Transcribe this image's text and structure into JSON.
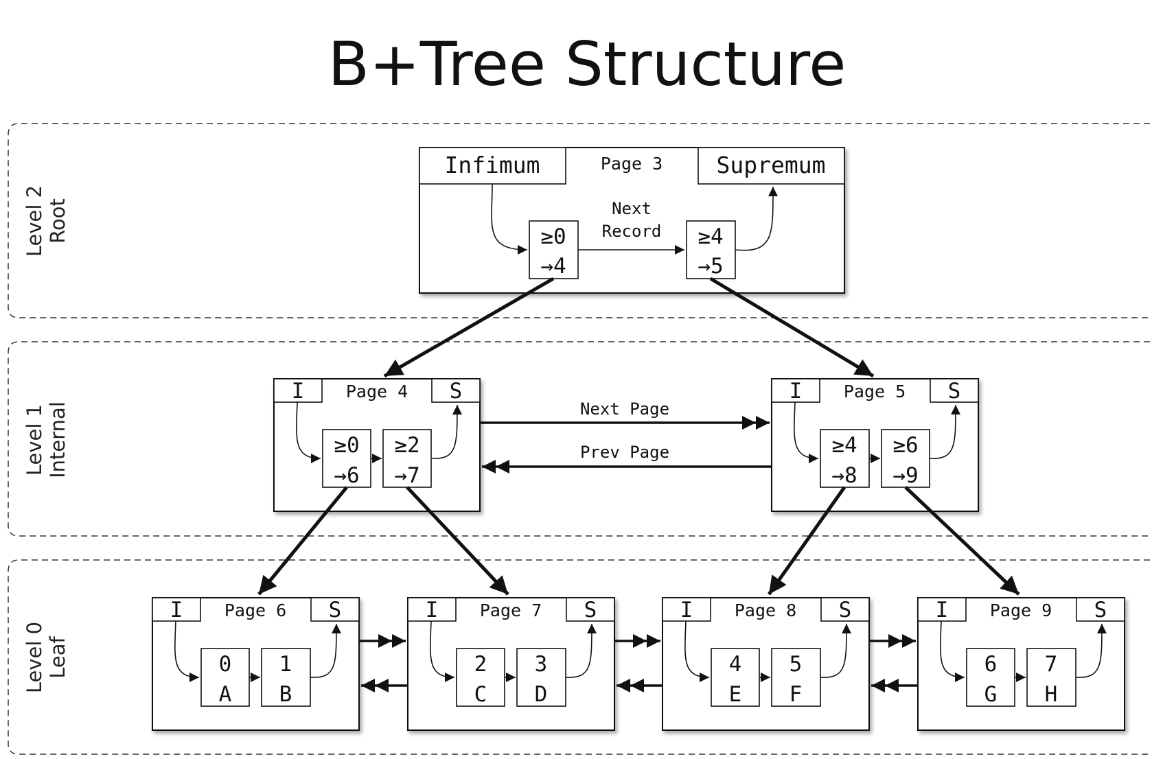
{
  "title": "B+Tree Structure",
  "levels": [
    {
      "id": "level2",
      "line1": "Level 2",
      "line2": "Root"
    },
    {
      "id": "level1",
      "line1": "Level 1",
      "line2": "Internal"
    },
    {
      "id": "level0",
      "line1": "Level 0",
      "line2": "Leaf"
    }
  ],
  "root": {
    "page_label": "Page 3",
    "infimum": "Infimum",
    "supremum": "Supremum",
    "next_record_line1": "Next",
    "next_record_line2": "Record",
    "records": [
      {
        "key": "≥0",
        "ptr": "→4"
      },
      {
        "key": "≥4",
        "ptr": "→5"
      }
    ]
  },
  "internal": [
    {
      "page_label": "Page 4",
      "inf": "I",
      "sup": "S",
      "records": [
        {
          "key": "≥0",
          "ptr": "→6"
        },
        {
          "key": "≥2",
          "ptr": "→7"
        }
      ]
    },
    {
      "page_label": "Page 5",
      "inf": "I",
      "sup": "S",
      "records": [
        {
          "key": "≥4",
          "ptr": "→8"
        },
        {
          "key": "≥6",
          "ptr": "→9"
        }
      ]
    }
  ],
  "links": {
    "next_page": "Next Page",
    "prev_page": "Prev Page"
  },
  "leaves": [
    {
      "page_label": "Page 6",
      "inf": "I",
      "sup": "S",
      "records": [
        {
          "key": "0",
          "val": "A"
        },
        {
          "key": "1",
          "val": "B"
        }
      ]
    },
    {
      "page_label": "Page 7",
      "inf": "I",
      "sup": "S",
      "records": [
        {
          "key": "2",
          "val": "C"
        },
        {
          "key": "3",
          "val": "D"
        }
      ]
    },
    {
      "page_label": "Page 8",
      "inf": "I",
      "sup": "S",
      "records": [
        {
          "key": "4",
          "val": "E"
        },
        {
          "key": "5",
          "val": "F"
        }
      ]
    },
    {
      "page_label": "Page 9",
      "inf": "I",
      "sup": "S",
      "records": [
        {
          "key": "6",
          "val": "G"
        },
        {
          "key": "7",
          "val": "H"
        }
      ]
    }
  ]
}
